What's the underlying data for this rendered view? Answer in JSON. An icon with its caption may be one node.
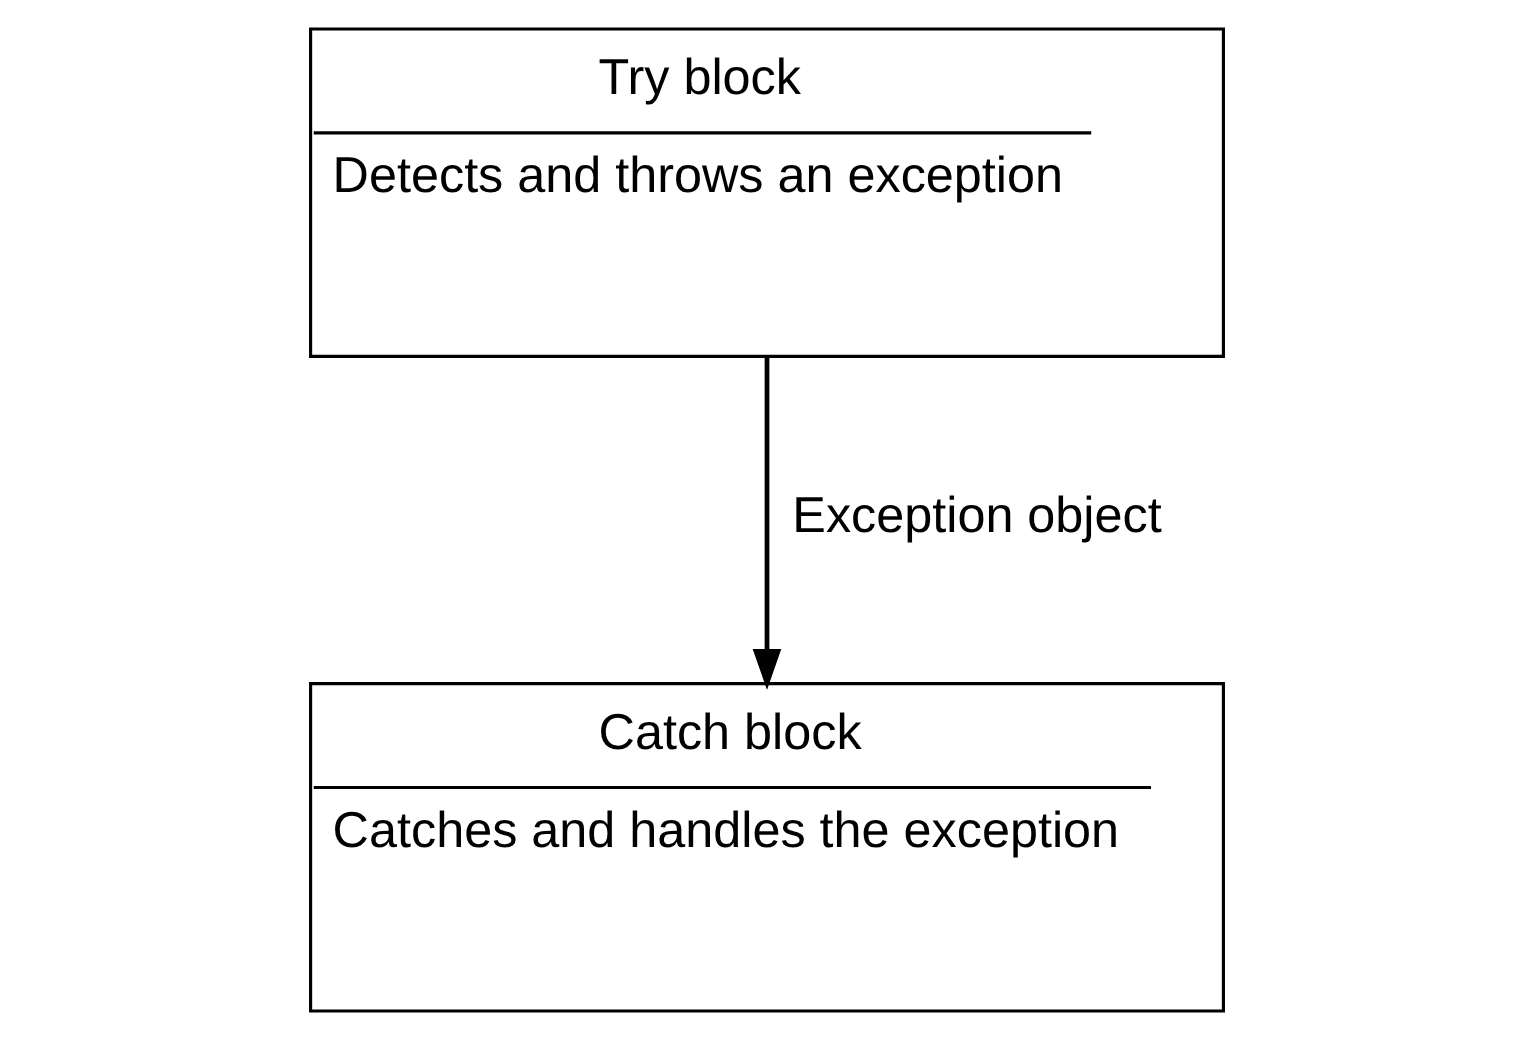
{
  "diagram": {
    "nodes": [
      {
        "text": [
          "Try block",
          "Detects and throws an exception"
        ]
      },
      {
        "text": [
          "Catch block",
          "Catches and handles the exception"
        ]
      }
    ],
    "edges": [
      {
        "from": 0,
        "to": 1,
        "arrow": "to",
        "label": "Exception object"
      }
    ]
  }
}
